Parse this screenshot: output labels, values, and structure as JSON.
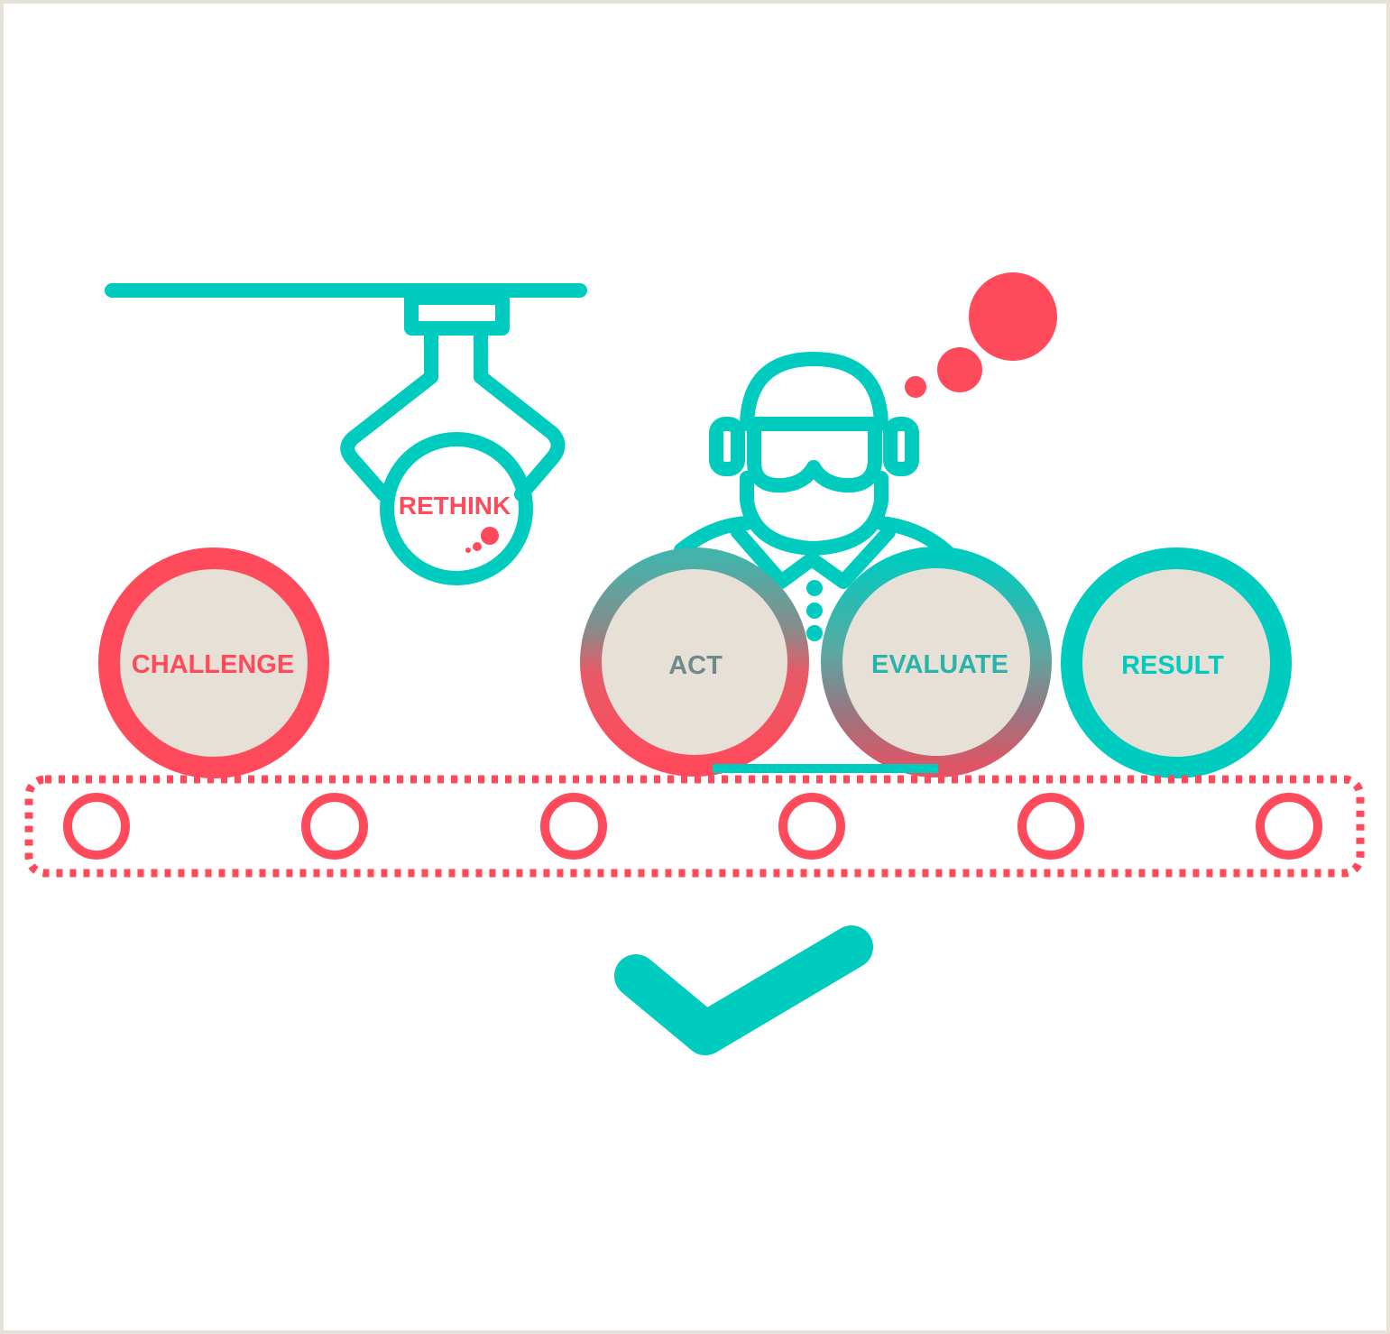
{
  "colors": {
    "teal": "#00cbbf",
    "coral": "#ff4a5c",
    "beige": "#e7e0d6",
    "border": "#e6e1d9",
    "blend_dark": "#6b8f8f"
  },
  "stages": {
    "challenge": "CHALLENGE",
    "act": "ACT",
    "evaluate": "EVALUATE",
    "result": "RESULT"
  },
  "claw": {
    "label": "RETHINK"
  },
  "icons": {
    "crane": "robot-claw-icon",
    "worker": "worker-with-goggles-icon",
    "thought": "thought-bubble-icon",
    "conveyor": "conveyor-belt-icon",
    "check": "checkmark-icon"
  }
}
